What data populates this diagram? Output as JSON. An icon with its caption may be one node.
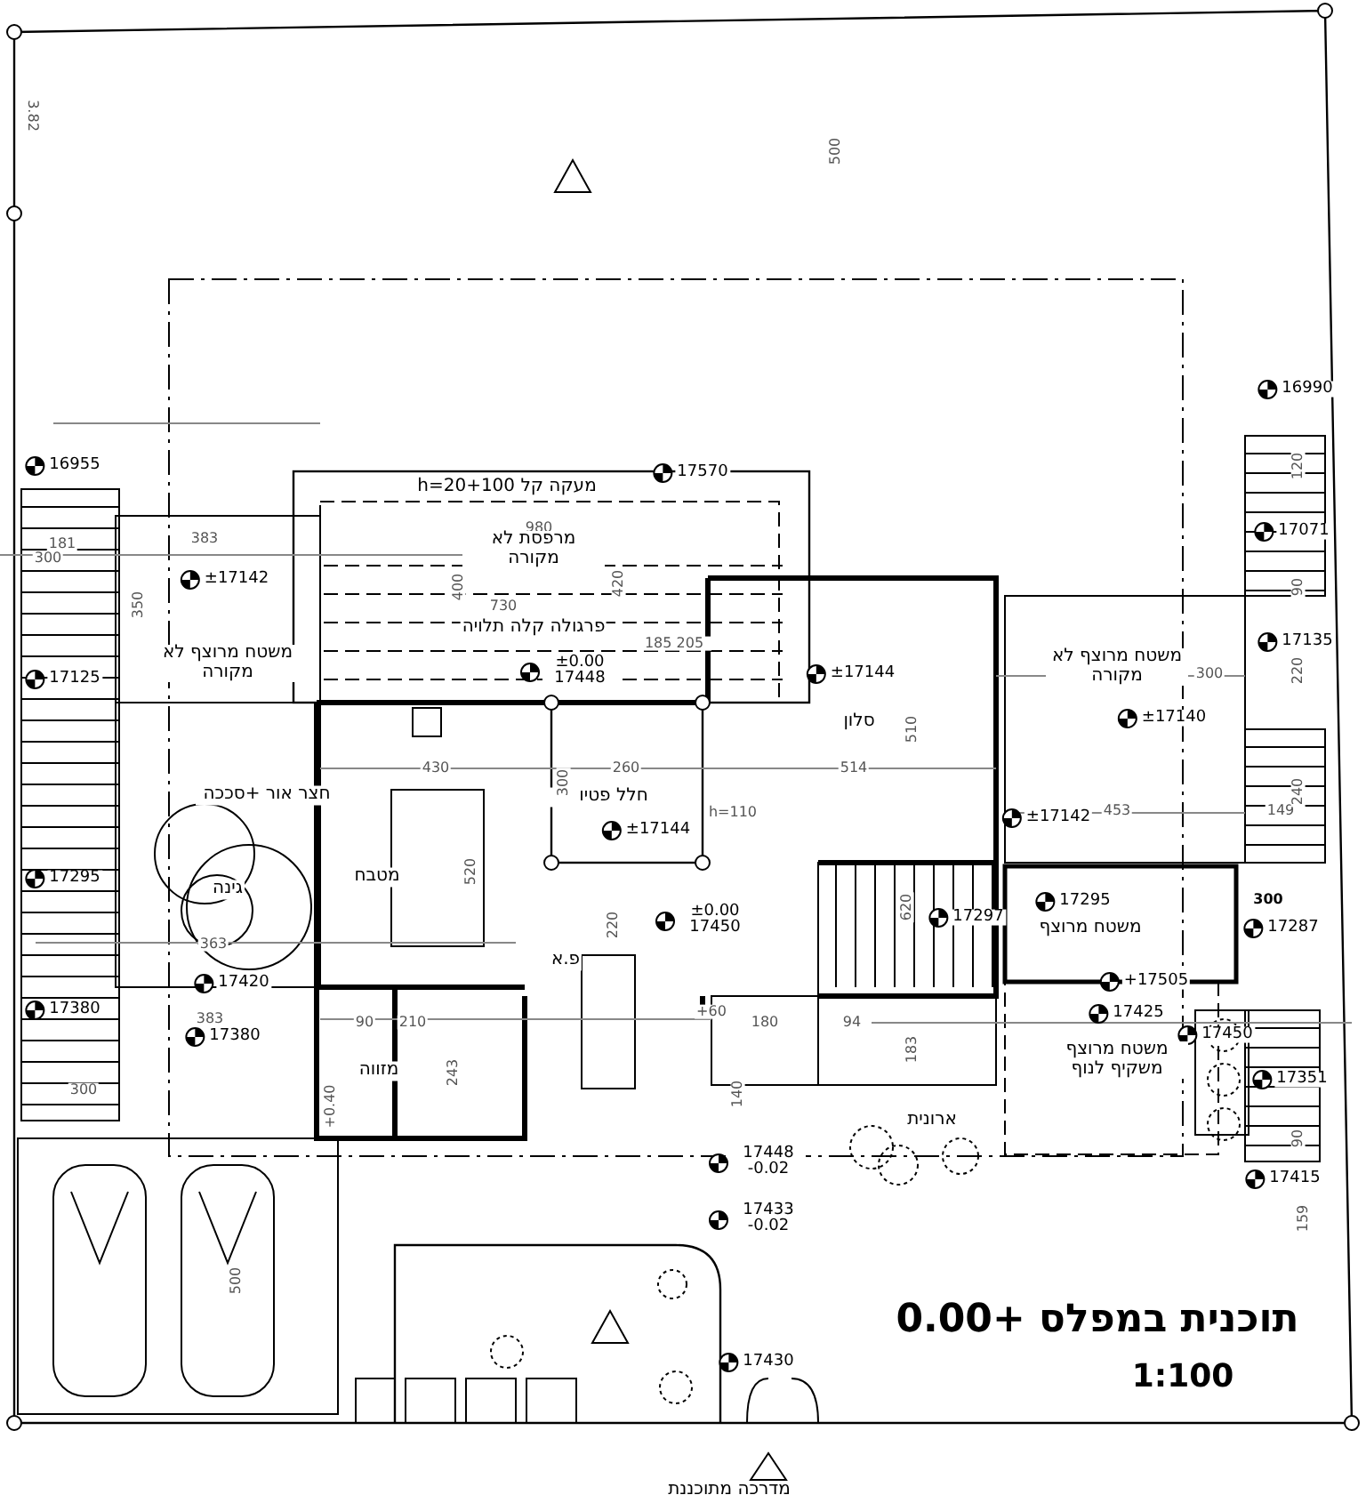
{
  "diagram": {
    "title": "תוכנית במפלס +0.00",
    "labels": [
      "3.82",
      "500",
      "16990",
      "16955",
      "17570",
      "מעקה קל h=20+100",
      "120",
      "980",
      "17071",
      "181",
      "383",
      "300",
      "מרפסת לא מקורה",
      "±17142",
      "400",
      "420",
      "90",
      "350",
      "730",
      "פרגולה קלה תלויה",
      "185 205",
      "17135",
      "משטח מרוצף לא מקורה",
      "±0.00 17448",
      "17125",
      "±17144",
      "משטח מרוצף לא מקורה",
      "300",
      "220",
      "סלון",
      "±17140",
      "510",
      "430",
      "260",
      "514",
      "חצר אור +סככה",
      "חלל פטיו",
      "300",
      "h=110",
      "±17142",
      "453",
      "149",
      "240",
      "±17144",
      "מטבח",
      "520",
      "17295",
      "גינה",
      "17295",
      "300",
      "620",
      "220",
      "±0.00 17450",
      "17297",
      "משטח מרוצף",
      "17287",
      "363",
      "פ.א",
      "17420",
      "+17505",
      "17380",
      "+60",
      "17425",
      "17450",
      "383",
      "90",
      "210",
      "180",
      "94",
      "17380",
      "183",
      "משטח מרוצף משקיף לנוף",
      "מזווה",
      "243",
      "17351",
      "300",
      "140",
      "+0.40",
      "ארונית",
      "90",
      "17448 -0.02",
      "17415",
      "17433 -0.02",
      "159",
      "500",
      "1:100",
      "17430",
      "מדרכה מתוכננת"
    ]
  }
}
